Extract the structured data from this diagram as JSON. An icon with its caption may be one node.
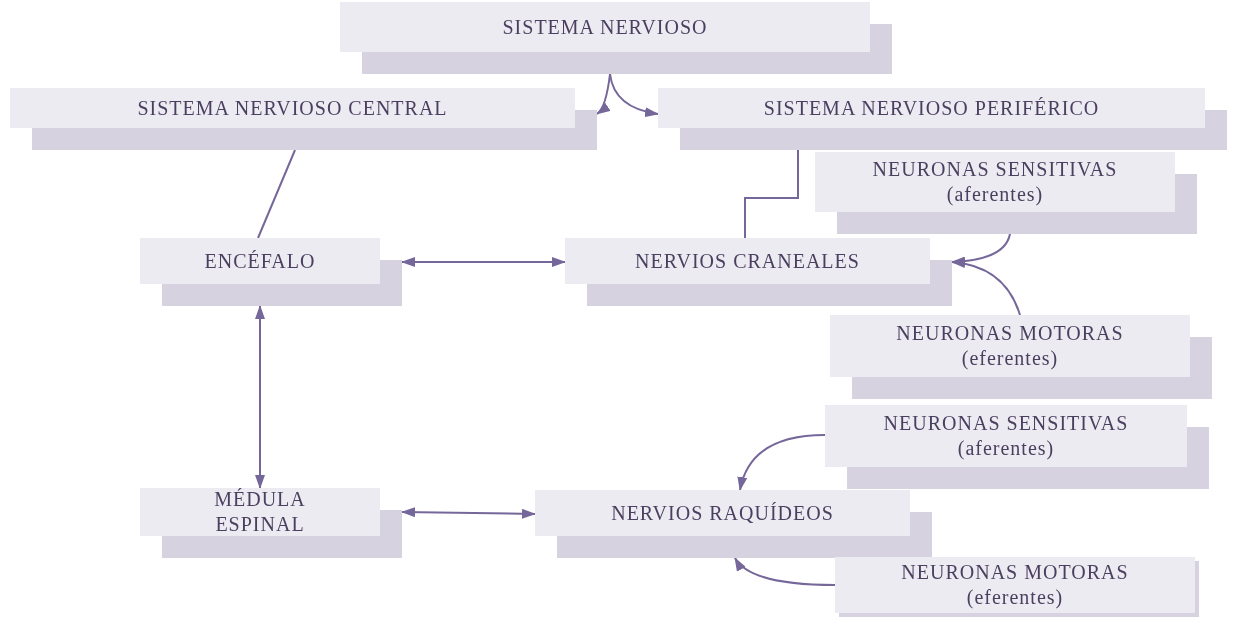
{
  "diagram": {
    "nodes": [
      {
        "text": [
          "SISTEMA NERVIOSO"
        ]
      },
      {
        "text": [
          "SISTEMA NERVIOSO CENTRAL"
        ]
      },
      {
        "text": [
          "SISTEMA NERVIOSO PERIFÉRICO"
        ]
      },
      {
        "text": [
          "NEURONAS SENSITIVAS (aferentes)"
        ]
      },
      {
        "text": [
          "ENCÉFALO"
        ]
      },
      {
        "text": [
          "NERVIOS CRANEALES"
        ]
      },
      {
        "text": [
          "NEURONAS MOTORAS (eferentes)"
        ]
      },
      {
        "text": [
          "NEURONAS SENSITIVAS (aferentes)"
        ]
      },
      {
        "text": [
          "MÉDULA ESPINAL"
        ]
      },
      {
        "text": [
          "NERVIOS RAQUÍDEOS"
        ]
      },
      {
        "text": [
          "NEURONAS MOTORAS (eferentes)"
        ]
      }
    ],
    "edges": [
      {
        "from": 0,
        "to": 1,
        "arrow": "to"
      },
      {
        "from": 0,
        "to": 2,
        "arrow": "to"
      },
      {
        "from": 1,
        "to": 4,
        "arrow": "none"
      },
      {
        "from": 2,
        "to": 5,
        "arrow": "none"
      },
      {
        "from": 3,
        "to": 5,
        "arrow": "to"
      },
      {
        "from": 6,
        "to": 5,
        "arrow": "to"
      },
      {
        "from": 4,
        "to": 5,
        "arrow": "both"
      },
      {
        "from": 4,
        "to": 8,
        "arrow": "both"
      },
      {
        "from": 8,
        "to": 9,
        "arrow": "both"
      },
      {
        "from": 7,
        "to": 9,
        "arrow": "to"
      },
      {
        "from": 10,
        "to": 9,
        "arrow": "to"
      }
    ]
  }
}
